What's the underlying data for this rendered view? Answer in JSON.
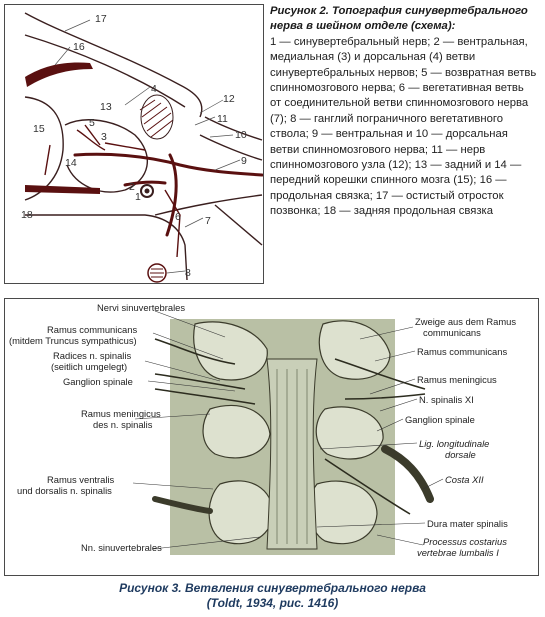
{
  "fig2": {
    "labels": [
      "1",
      "2",
      "3",
      "4",
      "5",
      "6",
      "7",
      "8",
      "9",
      "10",
      "11",
      "12",
      "13",
      "14",
      "15",
      "16",
      "17",
      "18"
    ],
    "caption_title": "Рисунок 2. Топография синувертебрального нерва в шейном отделе (схема):",
    "caption_body": "1 — синувертебральный нерв; 2 — вентральная, медиальная (3) и дорсальная (4) ветви синувертебральных нервов; 5 — возвратная ветвь спинномозгового нерва; 6 — вегетативная ветвь от соединительной ветви спинномозгового нерва (7); 8 — ганглий пограничного вегетативного ствола; 9 — вентральная и 10 — дорсальная ветви спинномозгового нерва; 11 — нерв спинномозгового узла (12); 13 — задний и 14 — передний корешки спинного мозга (15); 16 — продольная связка; 17 — остистый отросток позвонка; 18 — задняя продольная связка"
  },
  "fig3": {
    "labels_left": [
      "Nervi sinuvertebrales",
      "Ramus communicans",
      "(mitdem Truncus sympathicus)",
      "Radices n. spinalis",
      "(seitlich umgelegt)",
      "Ganglion spinale",
      "Ramus meningicus",
      "des n. spinalis",
      "Ramus ventralis",
      "und dorsalis n. spinalis",
      "Nn. sinuvertebrales"
    ],
    "labels_right": [
      "Zweige aus dem Ramus",
      "communicans",
      "Ramus communicans",
      "Ramus meningicus",
      "N. spinalis XI",
      "Ganglion spinale",
      "Lig. longitudinale",
      "dorsale",
      "Costa XII",
      "Dura mater spinalis",
      "Processus costarius",
      "vertebrae lumbalis I"
    ],
    "caption_line1": "Рисунок 3. Ветвления синувертебрального нерва",
    "caption_line2": "(Toldt, 1934, рис. 1416)"
  },
  "colors": {
    "ink": "#3a1f1f",
    "nerve": "#5a1010",
    "bone": "#d9ddcc",
    "caption_blue": "#1e3a5f"
  }
}
